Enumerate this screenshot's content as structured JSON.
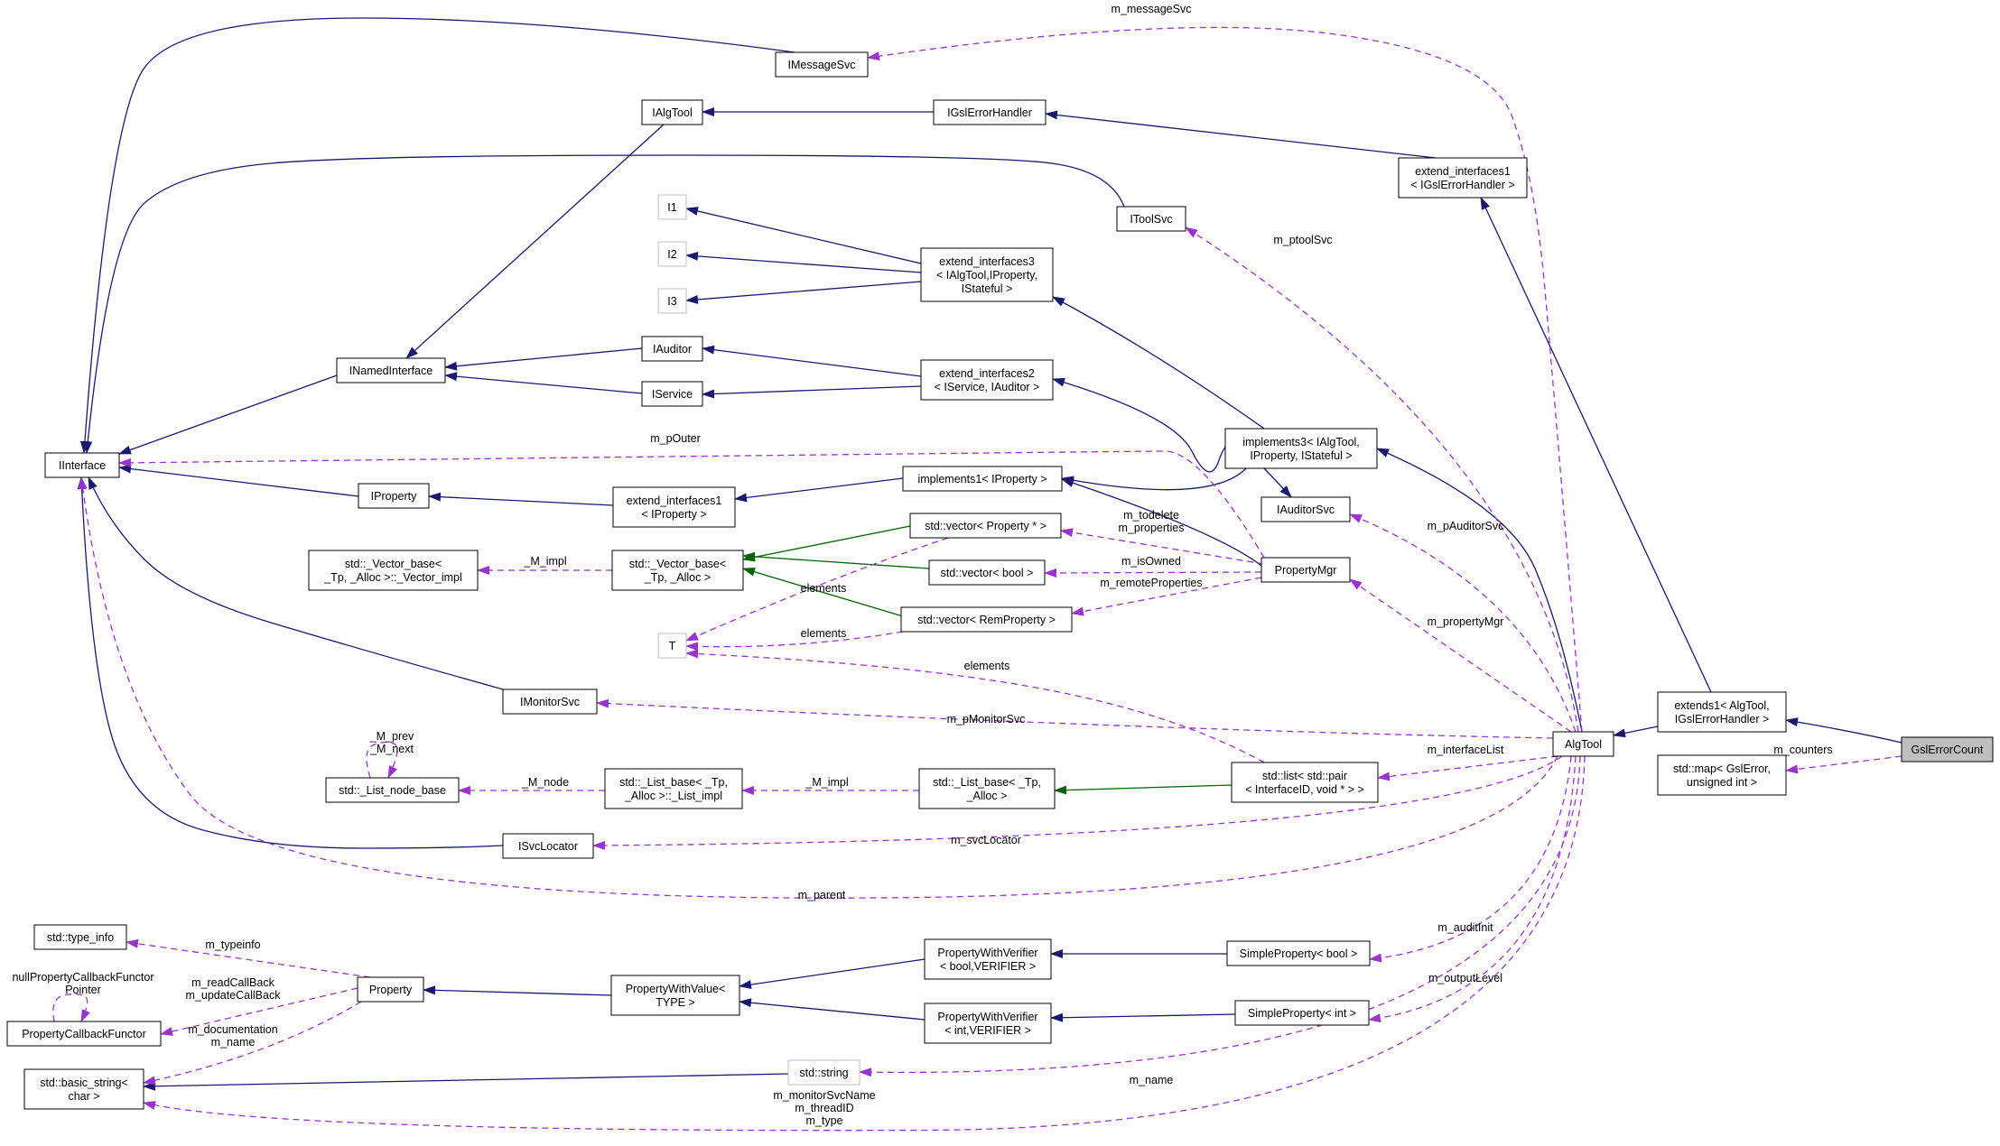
{
  "colors": {
    "inheritance": "#191970",
    "template": "#006400",
    "usage": "#9a32cd",
    "node_border": "#000000",
    "ghost_border": "#bfbfbf",
    "highlight_fill": "#bfbfbf"
  },
  "nodes": {
    "GslErrorCount": [
      "GslErrorCount"
    ],
    "extends1": [
      "extends1< AlgTool,",
      "IGslErrorHandler >"
    ],
    "stdmap": [
      "std::map< GslError,",
      "unsigned int >"
    ],
    "AlgTool": [
      "AlgTool"
    ],
    "extend_interfaces1_gsl": [
      "extend_interfaces1",
      "< IGslErrorHandler >"
    ],
    "IGslErrorHandler": [
      "IGslErrorHandler"
    ],
    "IMessageSvc": [
      "IMessageSvc"
    ],
    "IAlgTool": [
      "IAlgTool"
    ],
    "IToolSvc": [
      "IToolSvc"
    ],
    "I1": [
      "I1"
    ],
    "I2": [
      "I2"
    ],
    "I3": [
      "I3"
    ],
    "extend_interfaces3": [
      "extend_interfaces3",
      "< IAlgTool,IProperty,",
      "IStateful >"
    ],
    "IAuditor": [
      "IAuditor"
    ],
    "IService": [
      "IService"
    ],
    "INamedInterface": [
      "INamedInterface"
    ],
    "extend_interfaces2": [
      "extend_interfaces2",
      "< IService, IAuditor >"
    ],
    "IInterface": [
      "IInterface"
    ],
    "implements3": [
      "implements3< IAlgTool,",
      "IProperty, IStateful >"
    ],
    "IProperty": [
      "IProperty"
    ],
    "extend_interfaces1_prop": [
      "extend_interfaces1",
      "< IProperty >"
    ],
    "implements1": [
      "implements1< IProperty >"
    ],
    "IAuditorSvc": [
      "IAuditorSvc"
    ],
    "vecprop": [
      "std::vector< Property * >"
    ],
    "vecbool": [
      "std::vector< bool >"
    ],
    "vecrem": [
      "std::vector< RemProperty >"
    ],
    "PropertyMgr": [
      "PropertyMgr"
    ],
    "vector_base_impl": [
      "std::_Vector_base<",
      "_Tp, _Alloc >::_Vector_impl"
    ],
    "vector_base": [
      "std::_Vector_base<",
      "_Tp, _Alloc >"
    ],
    "T": [
      "T"
    ],
    "IMonitorSvc": [
      "IMonitorSvc"
    ],
    "list_node_base": [
      "std::_List_node_base"
    ],
    "list_base_impl": [
      "std::_List_base< _Tp,",
      "_Alloc >::_List_impl"
    ],
    "list_base": [
      "std::_List_base< _Tp,",
      "_Alloc >"
    ],
    "stdlist": [
      "std::list< std::pair",
      "< InterfaceID, void * > >"
    ],
    "ISvcLocator": [
      "ISvcLocator"
    ],
    "type_info": [
      "std::type_info"
    ],
    "Property": [
      "Property"
    ],
    "PropertyCallbackFunctor": [
      "PropertyCallbackFunctor"
    ],
    "PropertyWithValue": [
      "PropertyWithValue<",
      "TYPE >"
    ],
    "PWV_bool": [
      "PropertyWithVerifier",
      "< bool,VERIFIER >"
    ],
    "PWV_int": [
      "PropertyWithVerifier",
      "< int,VERIFIER >"
    ],
    "SimpleProperty_bool": [
      "SimpleProperty< bool >"
    ],
    "SimpleProperty_int": [
      "SimpleProperty< int >"
    ],
    "stdstring": [
      "std::string"
    ],
    "basic_string": [
      "std::basic_string<",
      "char >"
    ]
  },
  "edge_labels": {
    "m_counters": [
      "m_counters"
    ],
    "m_messageSvc": [
      "m_messageSvc"
    ],
    "m_ptoolSvc": [
      "m_ptoolSvc"
    ],
    "m_pOuter": [
      "m_pOuter"
    ],
    "m_pAuditorSvc": [
      "m_pAuditorSvc"
    ],
    "m_todelete": [
      "m_todelete",
      "m_properties"
    ],
    "m_isOwned": [
      "m_isOwned"
    ],
    "m_remoteProperties": [
      "m_remoteProperties"
    ],
    "M_impl_vec": [
      "_M_impl"
    ],
    "elements_1": [
      "elements"
    ],
    "elements_2": [
      "elements"
    ],
    "elements_3": [
      "elements"
    ],
    "m_propertyMgr": [
      "m_propertyMgr"
    ],
    "m_pMonitorSvc": [
      "m_pMonitorSvc"
    ],
    "M_prev_next": [
      "_M_prev",
      "_M_next"
    ],
    "M_node": [
      "_M_node"
    ],
    "M_impl_list": [
      "_M_impl"
    ],
    "m_interfaceList": [
      "m_interfaceList"
    ],
    "m_svcLocator": [
      "m_svcLocator"
    ],
    "m_parent": [
      "m_parent"
    ],
    "m_auditInit": [
      "m_auditInit"
    ],
    "m_outputLevel": [
      "m_outputLevel"
    ],
    "m_typeinfo": [
      "m_typeinfo"
    ],
    "m_readCallBack": [
      "m_readCallBack",
      "m_updateCallBack"
    ],
    "nullProperty": [
      "nullPropertyCallbackFunctor",
      "Pointer"
    ],
    "m_documentation": [
      "m_documentation",
      "m_name"
    ],
    "m_name_str": [
      "m_name"
    ],
    "m_monitorSvcName": [
      "m_monitorSvcName",
      "m_threadID",
      "m_type"
    ]
  }
}
